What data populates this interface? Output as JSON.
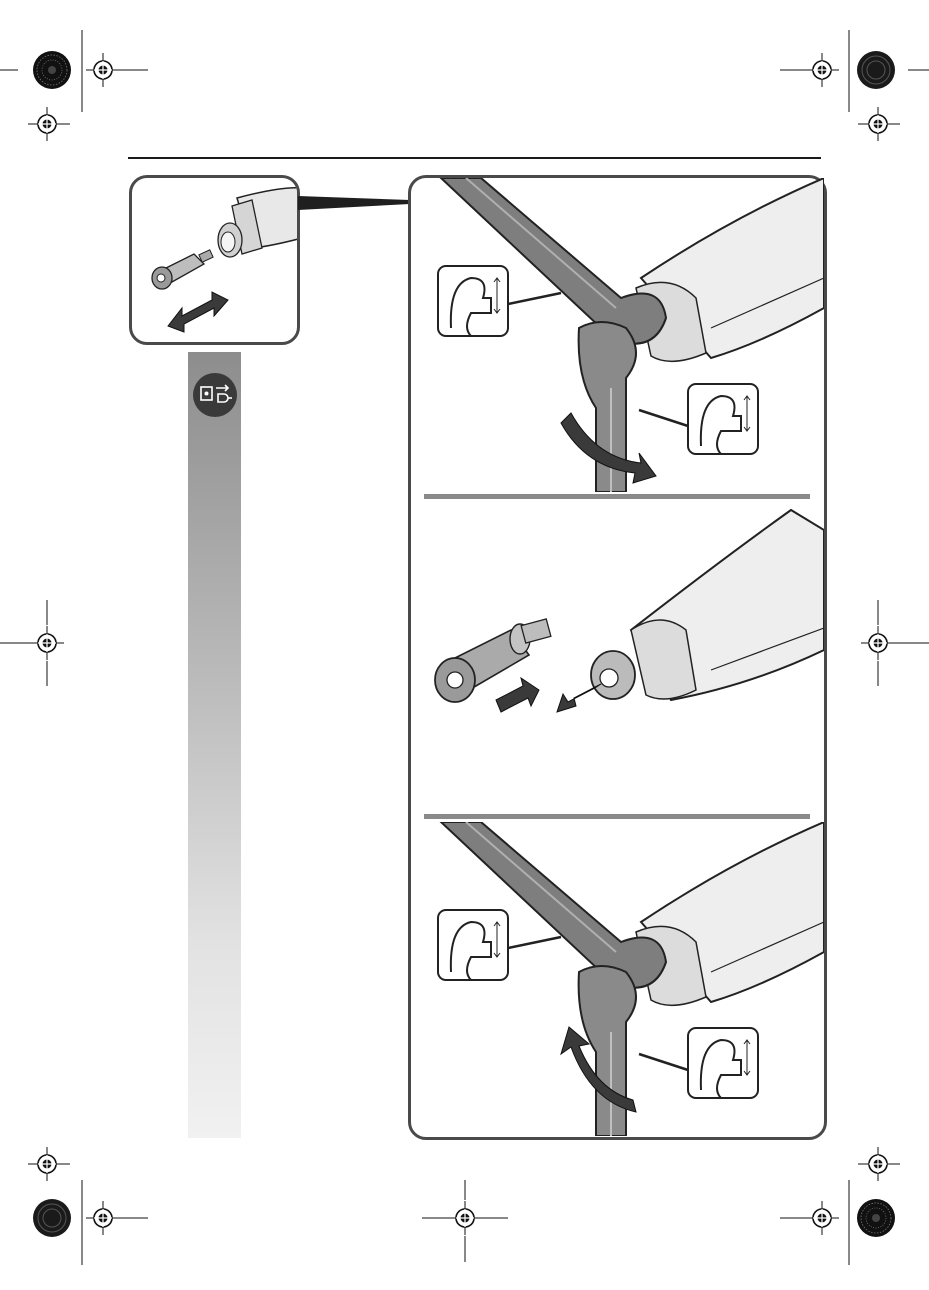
{
  "page": {
    "background": "#ffffff",
    "ink": "#1a1a1a",
    "accent_gray": "#8a8a8a"
  },
  "icons": {
    "registration": "registration-mark-icon",
    "star_target": "starburst-target-icon",
    "unplug": "disconnect-plug-icon",
    "wrench_gauge": "wrench-size-gauge-icon"
  },
  "figures": {
    "inset": "collet-nut-removal-inset",
    "step_1": "loosen-collet-nut-counterclockwise",
    "step_2": "exchange-collet-chuck",
    "step_3": "tighten-collet-nut-clockwise"
  }
}
